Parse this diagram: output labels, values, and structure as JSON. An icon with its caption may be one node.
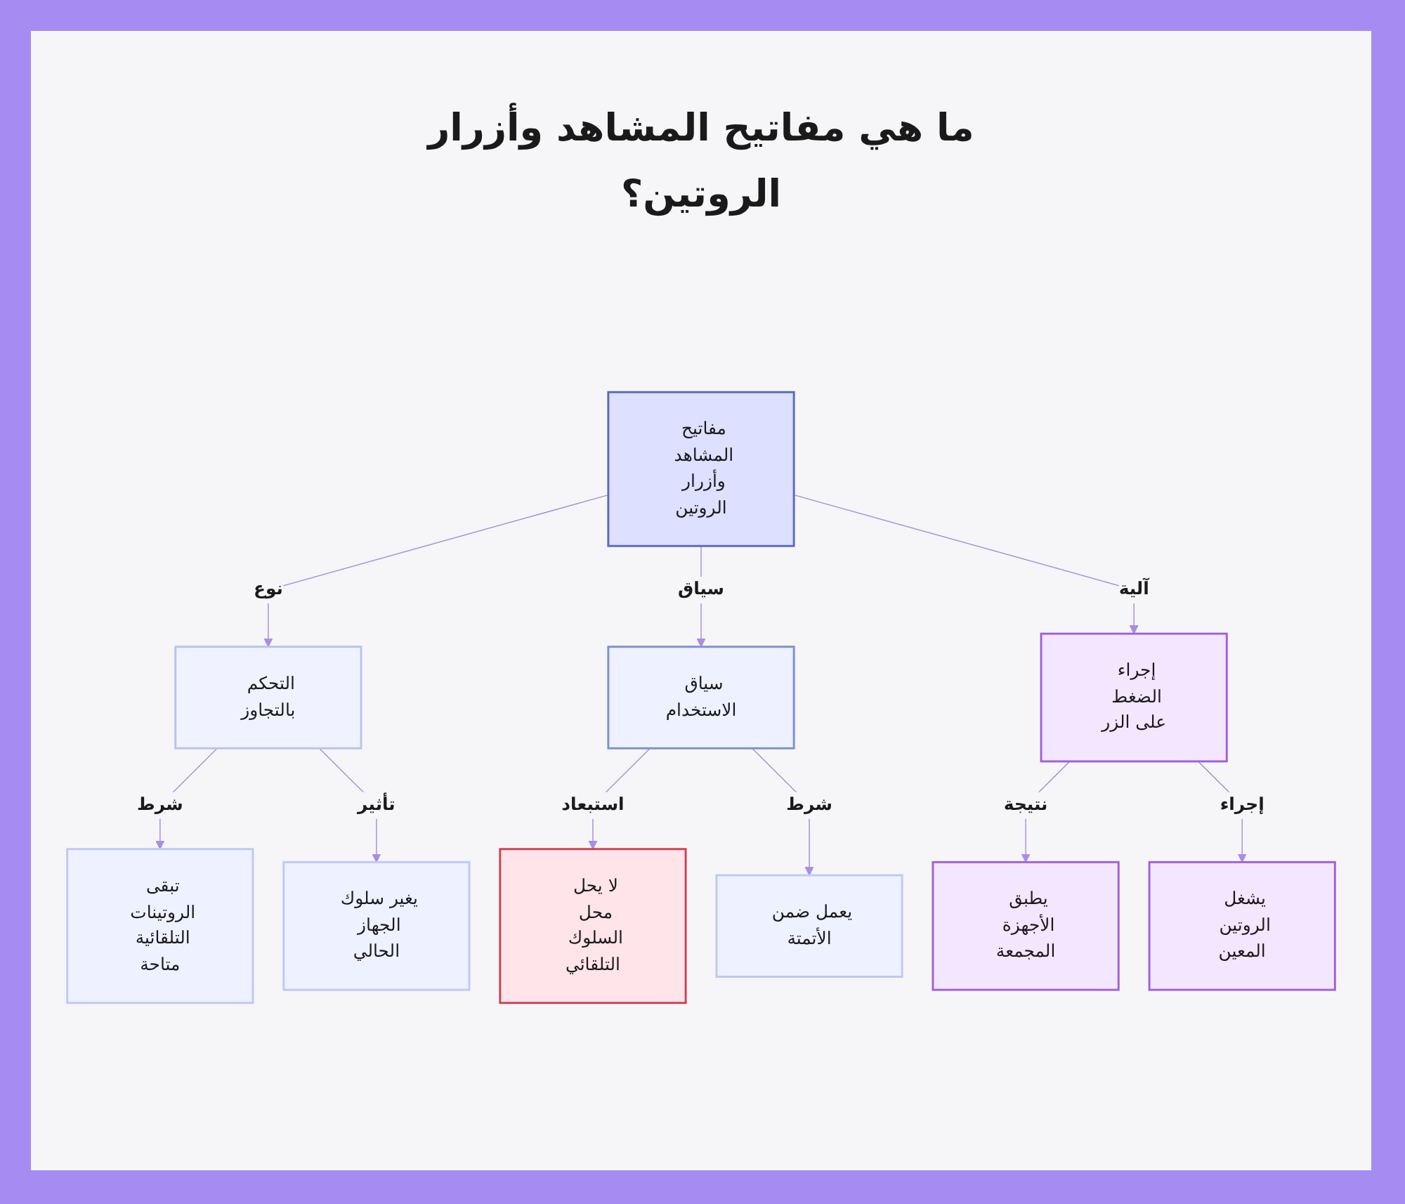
{
  "diagram": {
    "title": "ما هي مفاتيح المشاهد وأزرار الروتين؟",
    "nodes": [
      {
        "text": [
          "مفاتيح المشاهد وأزرار الروتين"
        ]
      },
      {
        "text": [
          "التحكم بالتجاوز"
        ]
      },
      {
        "text": [
          "سياق الاستخدام"
        ]
      },
      {
        "text": [
          "إجراء الضغط على الزر"
        ]
      },
      {
        "text": [
          "تبقى الروتينات التلقائية متاحة"
        ]
      },
      {
        "text": [
          "يغير سلوك الجهاز الحالي"
        ]
      },
      {
        "text": [
          "لا يحل محل السلوك التلقائي"
        ]
      },
      {
        "text": [
          "يعمل ضمن الأتمتة"
        ]
      },
      {
        "text": [
          "يطبق الأجهزة المجمعة"
        ]
      },
      {
        "text": [
          "يشغل الروتين المعين"
        ]
      }
    ],
    "edges": [
      {
        "from": 0,
        "to": 1,
        "arrow": "to",
        "label": "نوع"
      },
      {
        "from": 0,
        "to": 2,
        "arrow": "to",
        "label": "سياق"
      },
      {
        "from": 0,
        "to": 3,
        "arrow": "to",
        "label": "آلية"
      },
      {
        "from": 1,
        "to": 4,
        "arrow": "to",
        "label": "شرط"
      },
      {
        "from": 1,
        "to": 5,
        "arrow": "to",
        "label": "تأثير"
      },
      {
        "from": 2,
        "to": 6,
        "arrow": "to",
        "label": "استبعاد"
      },
      {
        "from": 2,
        "to": 7,
        "arrow": "to",
        "label": "شرط"
      },
      {
        "from": 3,
        "to": 8,
        "arrow": "to",
        "label": "نتيجة"
      },
      {
        "from": 3,
        "to": 9,
        "arrow": "to",
        "label": "إجراء"
      }
    ]
  }
}
